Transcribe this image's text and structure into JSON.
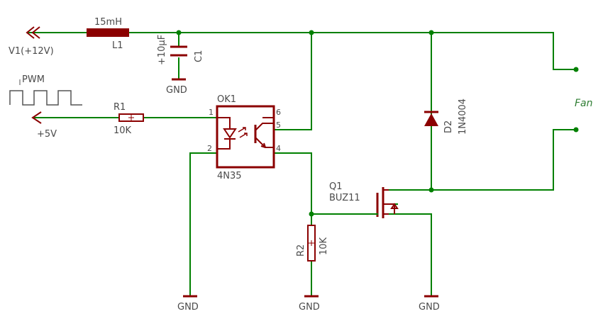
{
  "net_labels": {
    "v1": "V1(+12V)",
    "pwm": "PWM",
    "plus5v": "+5V",
    "fan": "Fan",
    "gnd": "GND"
  },
  "components": {
    "L1": {
      "name": "L1",
      "value": "15mH"
    },
    "C1": {
      "name": "C1",
      "value": "+10µF"
    },
    "R1": {
      "name": "R1",
      "value": "10K"
    },
    "R2": {
      "name": "R2",
      "value": "10K"
    },
    "OK1": {
      "name": "OK1",
      "value": "4N35",
      "pins": [
        "1",
        "2",
        "4",
        "5",
        "6"
      ]
    },
    "Q1": {
      "name": "Q1",
      "value": "BUZ11"
    },
    "D2": {
      "name": "D2",
      "value": "1N4004"
    }
  },
  "colors": {
    "wire": "#008000",
    "component": "#8b0000",
    "text": "#4a4a4a",
    "fan_label": "#2e7d32"
  }
}
